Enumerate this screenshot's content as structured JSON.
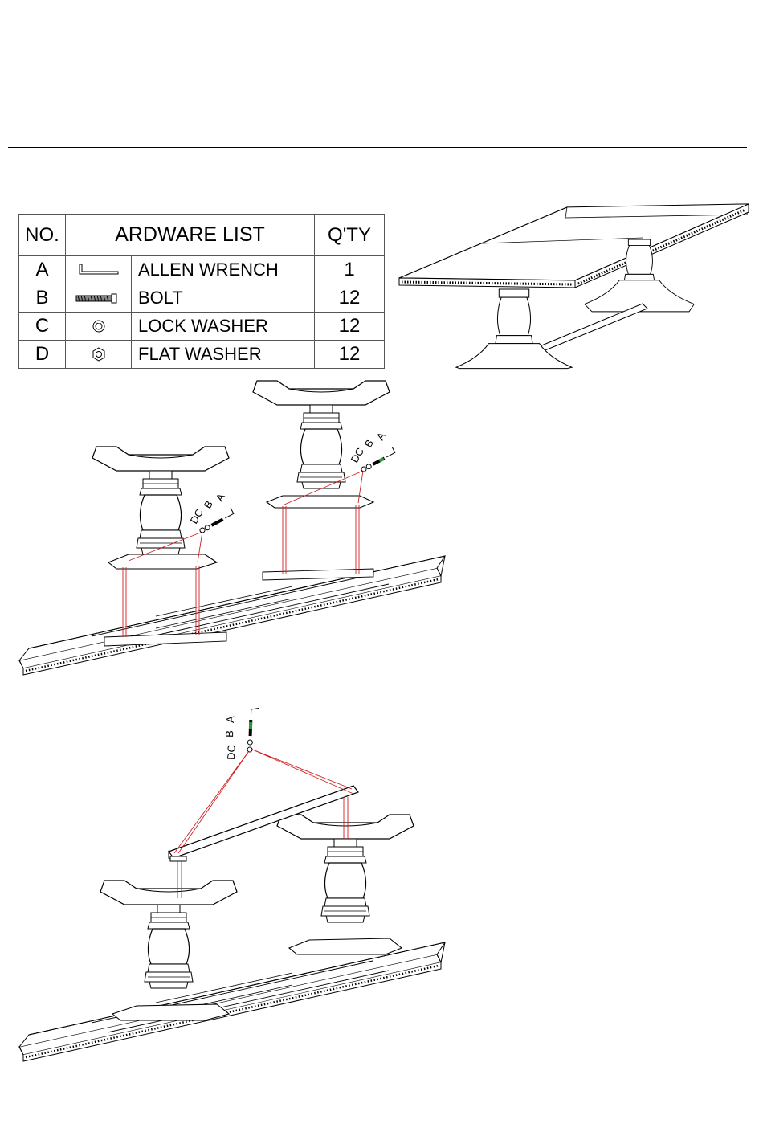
{
  "table": {
    "header": {
      "no": "NO.",
      "list": "ARDWARE LIST",
      "qty": "Q'TY"
    },
    "rows": [
      {
        "no": "A",
        "icon": "allen-wrench-icon",
        "name": "ALLEN WRENCH",
        "qty": "1"
      },
      {
        "no": "B",
        "icon": "bolt-icon",
        "name": "BOLT",
        "qty": "12"
      },
      {
        "no": "C",
        "icon": "lock-washer-icon",
        "name": "LOCK WASHER",
        "qty": "12"
      },
      {
        "no": "D",
        "icon": "flat-washer-icon",
        "name": "FLAT WASHER",
        "qty": "12"
      }
    ]
  },
  "callouts": {
    "step1_left": [
      "DC",
      "B",
      "A"
    ],
    "step1_right": [
      "DC",
      "B",
      "A"
    ],
    "step2": [
      "DC",
      "B",
      "A"
    ]
  },
  "colors": {
    "line": "#000000",
    "guide": "#d22020",
    "bolt_thread": "#2a9a3a"
  }
}
